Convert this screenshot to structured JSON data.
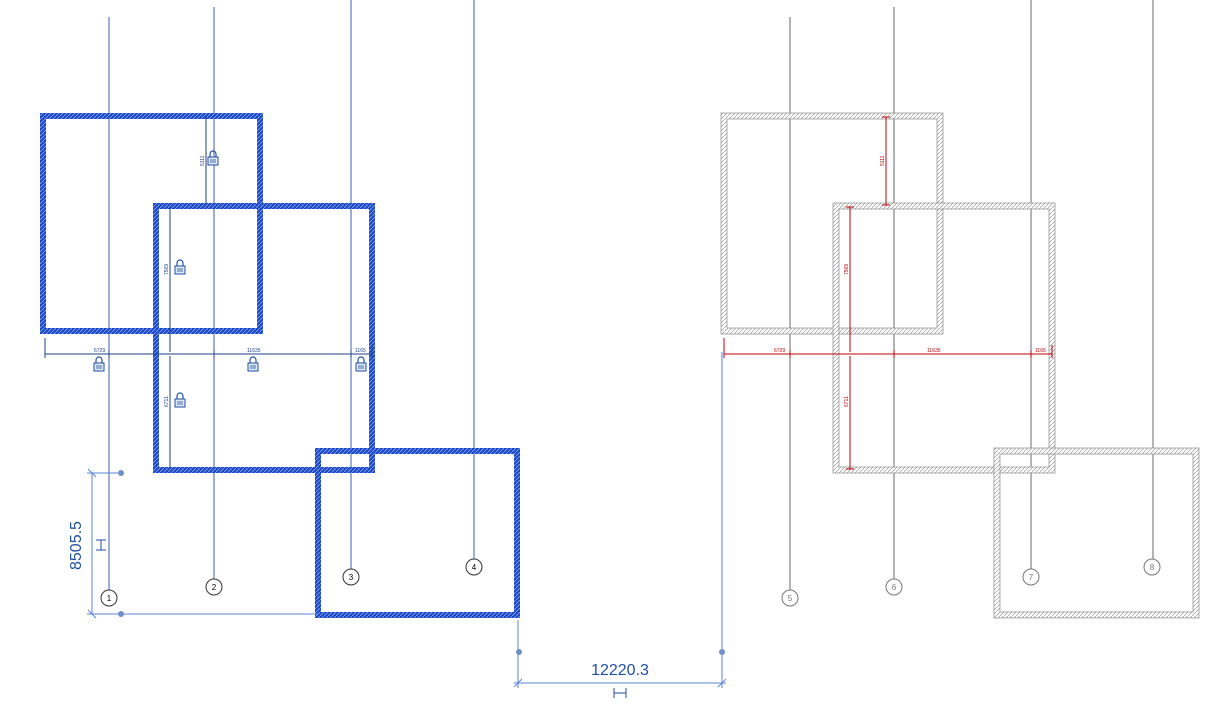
{
  "colors": {
    "selected_blue": "#1a47c8",
    "selected_blue_inner": "#6f8fe6",
    "dimension_blue": "#5a86d6",
    "gray_wall": "#8a8a8a",
    "gray_wall_inner": "#c4c4c4",
    "red_dimension": "#c0000b",
    "grid_line": "#555555"
  },
  "left_group": {
    "grid_bubbles": [
      "1",
      "2",
      "3",
      "4"
    ],
    "dim_segments": [
      "6729",
      "11635",
      "1165"
    ],
    "vertical_dims": [
      "5111",
      "7569",
      "6711"
    ],
    "lock_icon": "lock-icon"
  },
  "right_group": {
    "grid_bubbles": [
      "5",
      "6",
      "7",
      "8"
    ],
    "dim_segments": [
      "6729",
      "11635",
      "1165"
    ],
    "vertical_dims": [
      "5111",
      "7569",
      "6711"
    ]
  },
  "temp_dimensions": {
    "vertical_value": "8505.5",
    "horizontal_value": "12220.3"
  }
}
